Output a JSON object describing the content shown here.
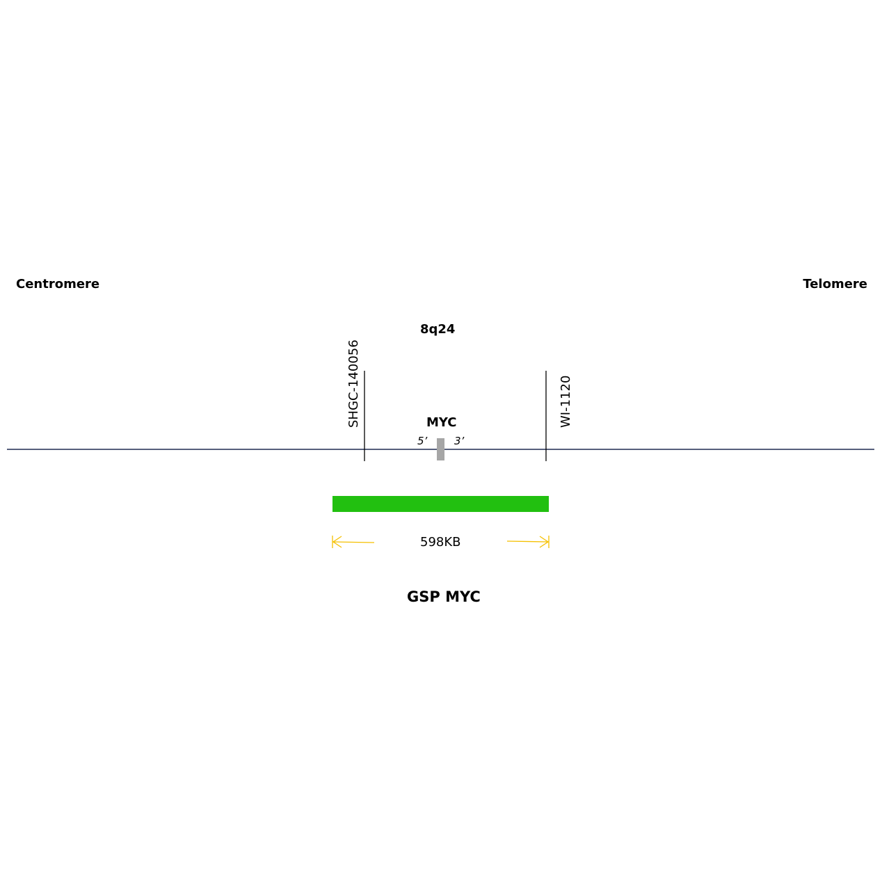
{
  "labels": {
    "centromere": "Centromere",
    "telomere": "Telomere",
    "band": "8q24",
    "left_marker": "SHGC-140056",
    "right_marker": "WI-1120",
    "gene": "MYC",
    "five_prime": "5’",
    "three_prime": "3’",
    "probe_size": "598KB",
    "probe_name": "GSP MYC"
  },
  "colors": {
    "chromosome_line": "#1f2a50",
    "marker_line": "#000000",
    "gene": "#a6a6a6",
    "probe": "#22c010",
    "arrow": "#f5c000"
  }
}
